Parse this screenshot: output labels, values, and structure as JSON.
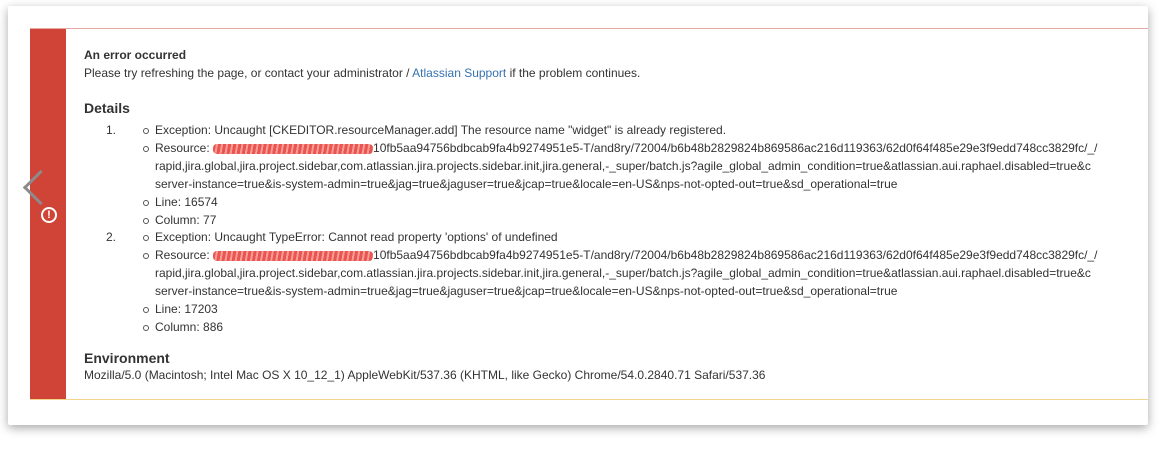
{
  "error": {
    "title": "An error occurred",
    "message_prefix": "Please try refreshing the page, or contact your administrator / ",
    "support_link": "Atlassian Support",
    "message_suffix": " if the problem continues."
  },
  "details": {
    "heading": "Details",
    "items": [
      {
        "number": "1.",
        "exception": "Exception: Uncaught [CKEDITOR.resourceManager.add] The resource name \"widget\" is already registered.",
        "resource_label": "Resource: ",
        "resource_line1": "10fb5aa94756bdbcab9fa4b9274951e5-T/and8ry/72004/b6b48b2829824b869586ac216d119363/62d0f64f485e29e3f9edd748cc3829fc/_/",
        "resource_line2": "rapid,jira.global,jira.project.sidebar,com.atlassian.jira.projects.sidebar.init,jira.general,-_super/batch.js?agile_global_admin_condition=true&atlassian.aui.raphael.disabled=true&c",
        "resource_line3": "server-instance=true&is-system-admin=true&jag=true&jaguser=true&jcap=true&locale=en-US&nps-not-opted-out=true&sd_operational=true",
        "line": "Line: 16574",
        "column": "Column: 77"
      },
      {
        "number": "2.",
        "exception": "Exception: Uncaught TypeError: Cannot read property 'options' of undefined",
        "resource_label": "Resource: ",
        "resource_line1": "10fb5aa94756bdbcab9fa4b9274951e5-T/and8ry/72004/b6b48b2829824b869586ac216d119363/62d0f64f485e29e3f9edd748cc3829fc/_/",
        "resource_line2": "rapid,jira.global,jira.project.sidebar,com.atlassian.jira.projects.sidebar.init,jira.general,-_super/batch.js?agile_global_admin_condition=true&atlassian.aui.raphael.disabled=true&c",
        "resource_line3": "server-instance=true&is-system-admin=true&jag=true&jaguser=true&jcap=true&locale=en-US&nps-not-opted-out=true&sd_operational=true",
        "line": "Line: 17203",
        "column": "Column: 886"
      }
    ]
  },
  "environment": {
    "heading": "Environment",
    "user_agent": "Mozilla/5.0 (Macintosh; Intel Mac OS X 10_12_1) AppleWebKit/537.36 (KHTML, like Gecko) Chrome/54.0.2840.71 Safari/537.36"
  },
  "colors": {
    "error_red": "#d04437",
    "link": "#3572b0"
  }
}
